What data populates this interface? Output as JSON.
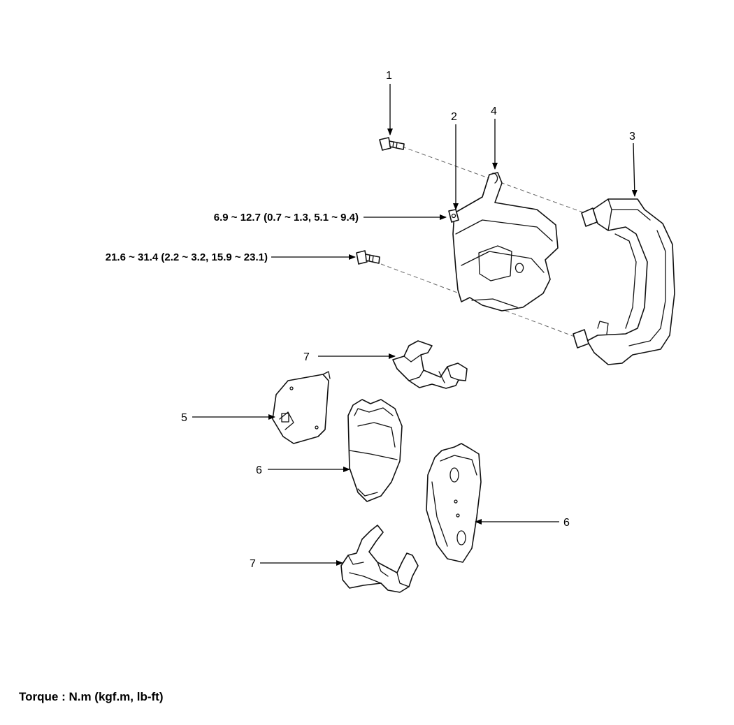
{
  "callouts": [
    {
      "id": "c1",
      "label": "1"
    },
    {
      "id": "c2",
      "label": "2"
    },
    {
      "id": "c3",
      "label": "3"
    },
    {
      "id": "c4",
      "label": "4"
    },
    {
      "id": "c5",
      "label": "5"
    },
    {
      "id": "c6a",
      "label": "6"
    },
    {
      "id": "c6b",
      "label": "6"
    },
    {
      "id": "c7a",
      "label": "7"
    },
    {
      "id": "c7b",
      "label": "7"
    }
  ],
  "torques": [
    {
      "id": "t1",
      "label": "6.9 ~ 12.7 (0.7 ~ 1.3, 5.1 ~ 9.4)"
    },
    {
      "id": "t2",
      "label": "21.6 ~ 31.4 (2.2 ~ 3.2, 15.9 ~ 23.1)"
    }
  ],
  "footer": {
    "torque_unit": "Torque : N.m (kgf.m, lb-ft)"
  }
}
